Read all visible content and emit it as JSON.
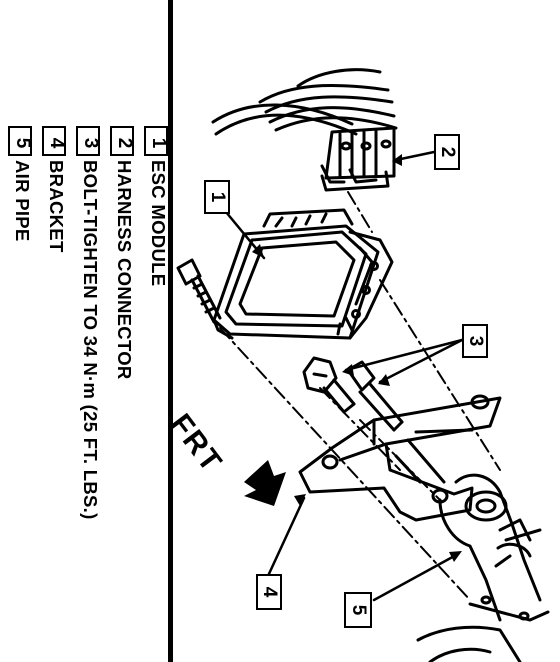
{
  "legend": {
    "items": [
      {
        "number": "1",
        "label": "ESC MODULE"
      },
      {
        "number": "2",
        "label": "HARNESS CONNECTOR"
      },
      {
        "number": "3",
        "label": "BOLT-TIGHTEN TO 34 N·m (25 FT. LBS.)"
      },
      {
        "number": "4",
        "label": "BRACKET"
      },
      {
        "number": "5",
        "label": "AIR PIPE"
      }
    ]
  },
  "diagram": {
    "direction_label": "FRT",
    "callouts": [
      "1",
      "2",
      "3",
      "4",
      "5"
    ],
    "icons": [
      "front-direction-arrow-icon",
      "bolt-icon",
      "hex-bolt-icon"
    ]
  }
}
